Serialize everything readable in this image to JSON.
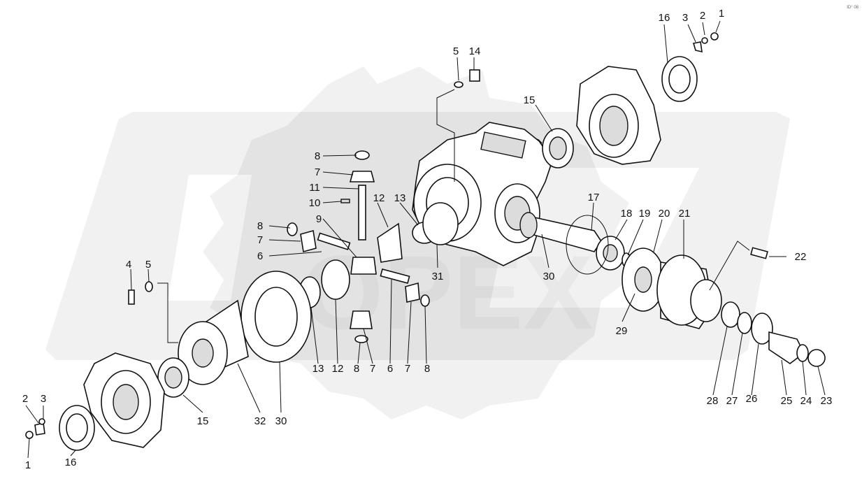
{
  "diagram": {
    "watermark": "OPEX",
    "corner_mark": "ID° 08",
    "callouts": [
      {
        "id": "c-16-top",
        "text": "16"
      },
      {
        "id": "c-3-top",
        "text": "3"
      },
      {
        "id": "c-2-top",
        "text": "2"
      },
      {
        "id": "c-1-top",
        "text": "1"
      },
      {
        "id": "c-5-top",
        "text": "5"
      },
      {
        "id": "c-14",
        "text": "14"
      },
      {
        "id": "c-15-top",
        "text": "15"
      },
      {
        "id": "c-8-a",
        "text": "8"
      },
      {
        "id": "c-7-a",
        "text": "7"
      },
      {
        "id": "c-11",
        "text": "11"
      },
      {
        "id": "c-10",
        "text": "10"
      },
      {
        "id": "c-12-a",
        "text": "12"
      },
      {
        "id": "c-13-a",
        "text": "13"
      },
      {
        "id": "c-17",
        "text": "17"
      },
      {
        "id": "c-18",
        "text": "18"
      },
      {
        "id": "c-19",
        "text": "19"
      },
      {
        "id": "c-20",
        "text": "20"
      },
      {
        "id": "c-21",
        "text": "21"
      },
      {
        "id": "c-8-b",
        "text": "8"
      },
      {
        "id": "c-7-b",
        "text": "7"
      },
      {
        "id": "c-6-a",
        "text": "6"
      },
      {
        "id": "c-9",
        "text": "9"
      },
      {
        "id": "c-4",
        "text": "4"
      },
      {
        "id": "c-5-b",
        "text": "5"
      },
      {
        "id": "c-31",
        "text": "31"
      },
      {
        "id": "c-30-a",
        "text": "30"
      },
      {
        "id": "c-22",
        "text": "22"
      },
      {
        "id": "c-29",
        "text": "29"
      },
      {
        "id": "c-13-b",
        "text": "13"
      },
      {
        "id": "c-12-b",
        "text": "12"
      },
      {
        "id": "c-8-c",
        "text": "8"
      },
      {
        "id": "c-7-c",
        "text": "7"
      },
      {
        "id": "c-6-b",
        "text": "6"
      },
      {
        "id": "c-7-d",
        "text": "7"
      },
      {
        "id": "c-8-d",
        "text": "8"
      },
      {
        "id": "c-28",
        "text": "28"
      },
      {
        "id": "c-27",
        "text": "27"
      },
      {
        "id": "c-26",
        "text": "26"
      },
      {
        "id": "c-25",
        "text": "25"
      },
      {
        "id": "c-24",
        "text": "24"
      },
      {
        "id": "c-23",
        "text": "23"
      },
      {
        "id": "c-2-bot",
        "text": "2"
      },
      {
        "id": "c-3-bot",
        "text": "3"
      },
      {
        "id": "c-15-bot",
        "text": "15"
      },
      {
        "id": "c-32",
        "text": "32"
      },
      {
        "id": "c-30-b",
        "text": "30"
      },
      {
        "id": "c-1-bot",
        "text": "1"
      },
      {
        "id": "c-16-bot",
        "text": "16"
      }
    ]
  }
}
